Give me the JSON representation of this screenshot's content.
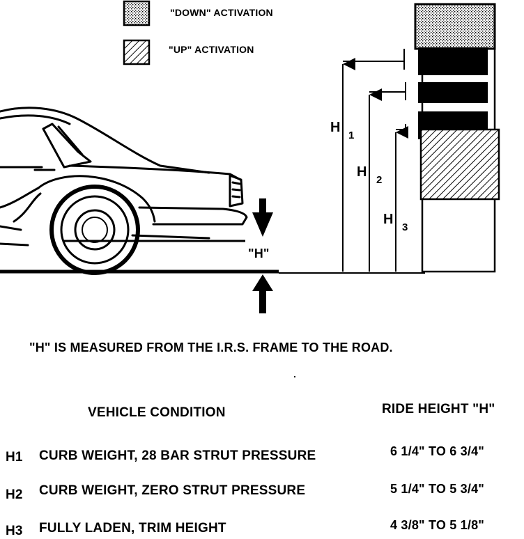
{
  "legend": {
    "down": {
      "label": "\"DOWN\" ACTIVATION",
      "pattern": "stipple"
    },
    "up": {
      "label": "\"UP\" ACTIVATION",
      "pattern": "hatch"
    }
  },
  "labels": {
    "h_marker": "\"H\"",
    "h1": {
      "letter": "H",
      "sub": "1"
    },
    "h2": {
      "letter": "H",
      "sub": "2"
    },
    "h3": {
      "letter": "H",
      "sub": "3"
    }
  },
  "caption": "\"H\" IS MEASURED FROM THE I.R.S. FRAME TO THE ROAD.",
  "table": {
    "headers": {
      "condition": "VEHICLE CONDITION",
      "height": "RIDE HEIGHT \"H\""
    },
    "rows": [
      {
        "id": "H1",
        "condition": "CURB WEIGHT, 28 BAR STRUT PRESSURE",
        "height": "6 1/4\" TO 6 3/4\""
      },
      {
        "id": "H2",
        "condition": "CURB WEIGHT, ZERO STRUT PRESSURE",
        "height": "5 1/4\" TO 5 3/4\""
      },
      {
        "id": "H3",
        "condition": "FULLY LADEN, TRIM HEIGHT",
        "height": "4 3/8\" TO 5 1/8\""
      }
    ]
  }
}
